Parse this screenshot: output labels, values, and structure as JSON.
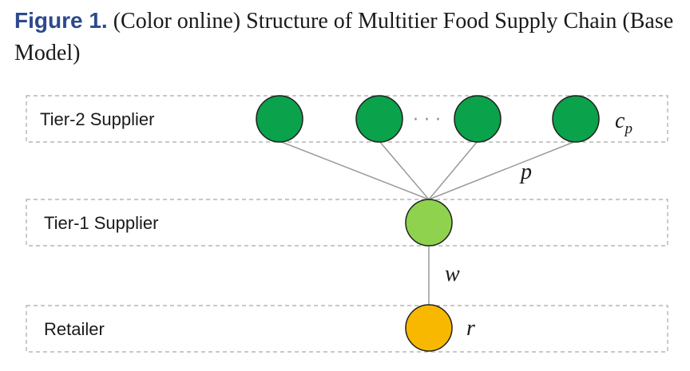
{
  "caption": {
    "label": "Figure 1.",
    "text": "(Color online) Structure of Multitier Food Supply Chain (Base Model)"
  },
  "tiers": [
    {
      "label": "Tier-2 Supplier"
    },
    {
      "label": "Tier-1 Supplier"
    },
    {
      "label": "Retailer"
    }
  ],
  "nodes": {
    "tier2_count": 4,
    "ellipsis": "· · ·",
    "tier2_param_base": "c",
    "tier2_param_sub": "p",
    "link_tier2_param": "p",
    "link_tier1_param": "w",
    "retailer_param": "r"
  },
  "colors": {
    "tier2_fill": "#0aa24a",
    "tier1_fill": "#8ed24e",
    "retailer_fill": "#f8b800",
    "node_stroke": "#1f1f1f",
    "box_stroke": "#a8a8a8",
    "edge_stroke": "#9a9a9a",
    "caption_label": "#2c4a8c"
  }
}
